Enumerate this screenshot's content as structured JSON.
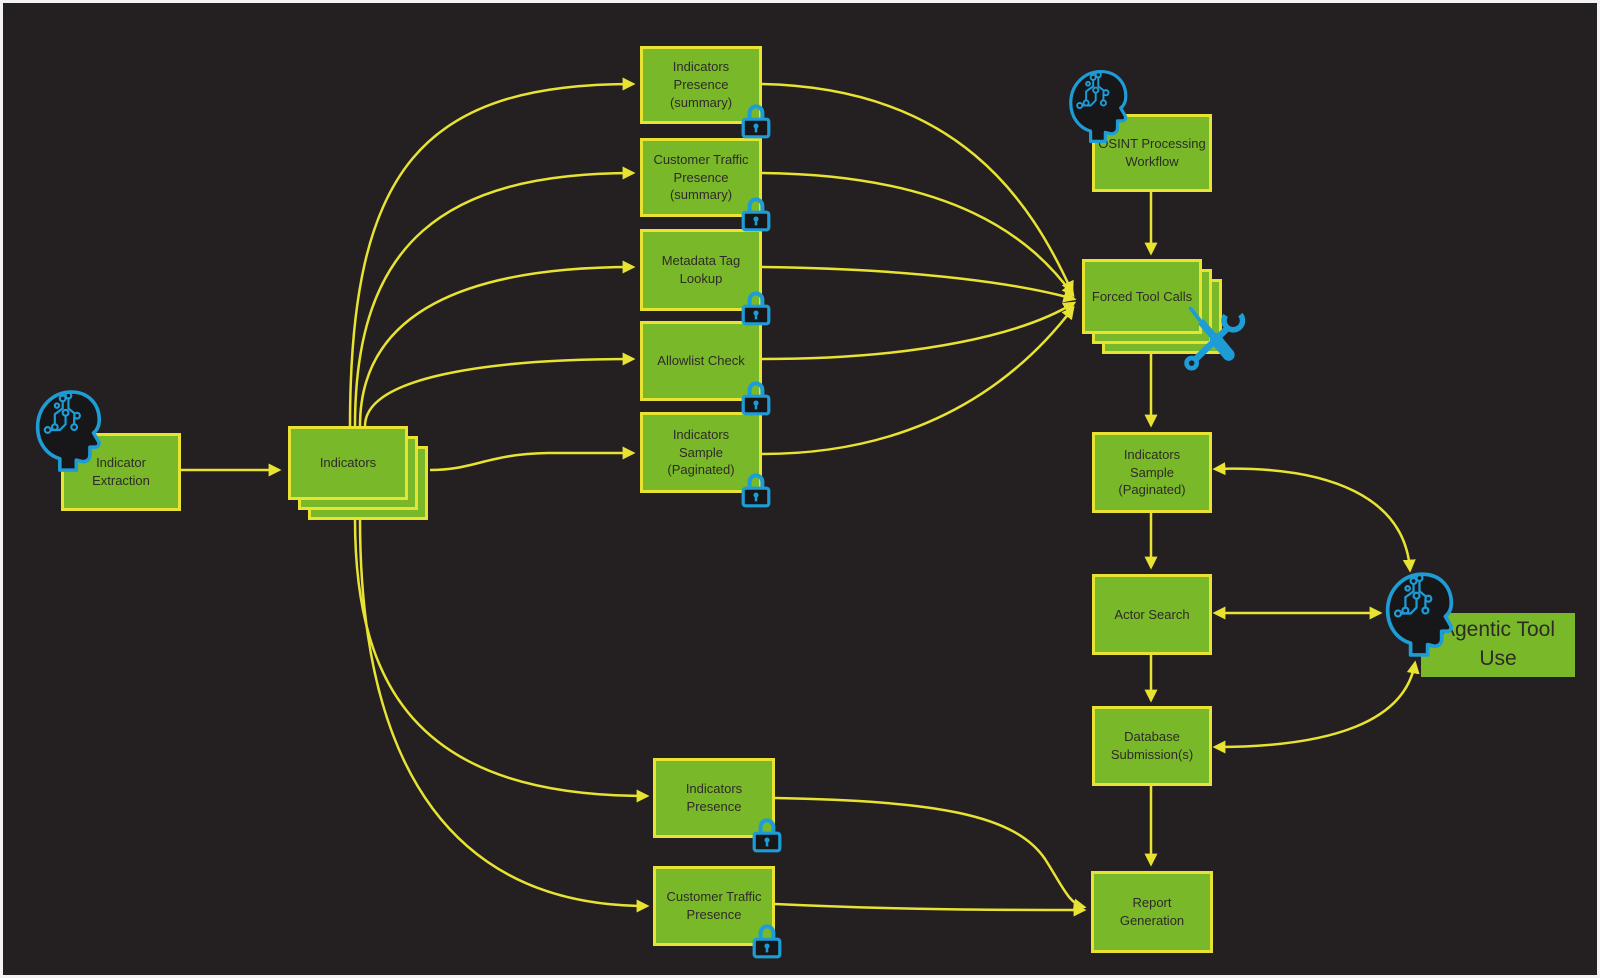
{
  "colors": {
    "background": "#242021",
    "node_fill": "#79b829",
    "node_border": "#e8e333",
    "arrow": "#e8e333",
    "icon_blue": "#1e9cd6",
    "text": "#2e2b27",
    "frame": "#f4f2f2"
  },
  "nodes": {
    "indicator_extraction": {
      "label": "Indicator\nExtraction"
    },
    "indicators": {
      "label": "Indicators"
    },
    "indicators_presence_summary": {
      "label": "Indicators\nPresence\n(summary)"
    },
    "customer_traffic_presence_summary": {
      "label": "Customer Traffic\nPresence\n(summary)"
    },
    "metadata_tag_lookup": {
      "label": "Metadata Tag\nLookup"
    },
    "allowlist_check": {
      "label": "Allowlist Check"
    },
    "indicators_sample_paginated_locked": {
      "label": "Indicators\nSample\n(Paginated)"
    },
    "osint_processing_workflow": {
      "label": "OSINT Processing\nWorkflow"
    },
    "forced_tool_calls": {
      "label": "Forced Tool Calls"
    },
    "indicators_sample_paginated": {
      "label": "Indicators\nSample\n(Paginated)"
    },
    "actor_search": {
      "label": "Actor Search"
    },
    "database_submissions": {
      "label": "Database\nSubmission(s)"
    },
    "report_generation": {
      "label": "Report\nGeneration"
    },
    "indicators_presence": {
      "label": "Indicators\nPresence"
    },
    "customer_traffic_presence": {
      "label": "Customer Traffic\nPresence"
    },
    "agentic_tool_use": {
      "label": "Agentic Tool Use"
    }
  },
  "icons": [
    "brain-head-icon",
    "padlock-icon",
    "tools-icon"
  ],
  "edges": [
    {
      "from": "indicator_extraction",
      "to": "indicators"
    },
    {
      "from": "indicators",
      "to": "indicators_presence_summary"
    },
    {
      "from": "indicators",
      "to": "customer_traffic_presence_summary"
    },
    {
      "from": "indicators",
      "to": "metadata_tag_lookup"
    },
    {
      "from": "indicators",
      "to": "allowlist_check"
    },
    {
      "from": "indicators",
      "to": "indicators_sample_paginated_locked"
    },
    {
      "from": "indicators",
      "to": "indicators_presence"
    },
    {
      "from": "indicators",
      "to": "customer_traffic_presence"
    },
    {
      "from": "indicators_presence_summary",
      "to": "forced_tool_calls"
    },
    {
      "from": "customer_traffic_presence_summary",
      "to": "forced_tool_calls"
    },
    {
      "from": "metadata_tag_lookup",
      "to": "forced_tool_calls"
    },
    {
      "from": "allowlist_check",
      "to": "forced_tool_calls"
    },
    {
      "from": "indicators_sample_paginated_locked",
      "to": "forced_tool_calls"
    },
    {
      "from": "osint_processing_workflow",
      "to": "forced_tool_calls"
    },
    {
      "from": "forced_tool_calls",
      "to": "indicators_sample_paginated"
    },
    {
      "from": "indicators_sample_paginated",
      "to": "actor_search"
    },
    {
      "from": "actor_search",
      "to": "database_submissions"
    },
    {
      "from": "database_submissions",
      "to": "report_generation"
    },
    {
      "from": "indicators_presence",
      "to": "report_generation"
    },
    {
      "from": "customer_traffic_presence",
      "to": "report_generation"
    },
    {
      "from": "indicators_sample_paginated",
      "to": "agentic_tool_use",
      "bidirectional": true
    },
    {
      "from": "actor_search",
      "to": "agentic_tool_use",
      "bidirectional": true
    },
    {
      "from": "database_submissions",
      "to": "agentic_tool_use",
      "bidirectional": true
    }
  ]
}
